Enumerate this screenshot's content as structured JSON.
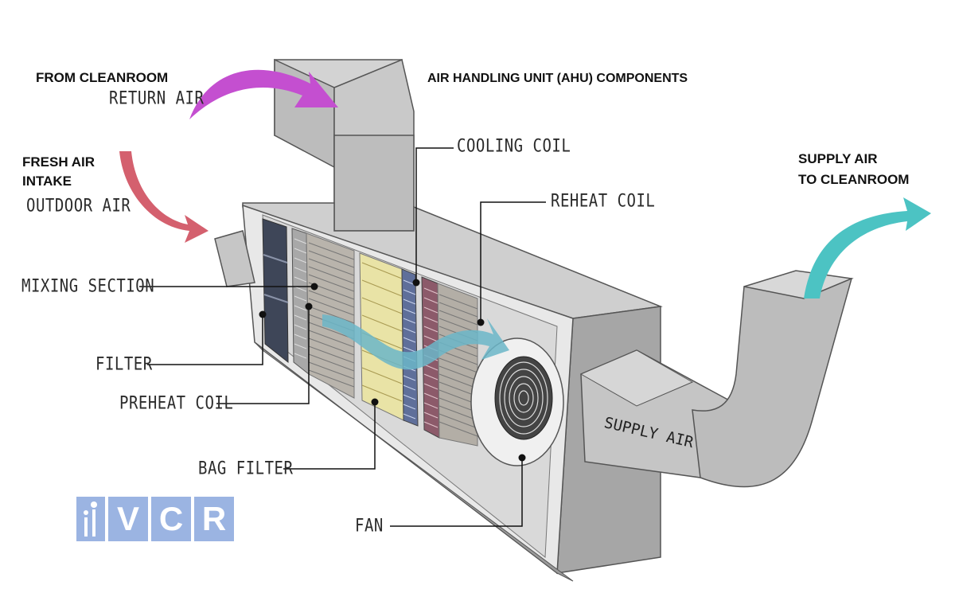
{
  "title": "AIR HANDLING UNIT (AHU) COMPONENTS",
  "inputs": {
    "return_air": {
      "heading": "FROM CLEANROOM",
      "label": "RETURN AIR",
      "color": "#c44fd0"
    },
    "fresh_air": {
      "heading_line1": "FRESH AIR",
      "heading_line2": "INTAKE",
      "label": "OUTDOOR AIR",
      "color": "#d4606e"
    },
    "supply_air": {
      "heading_line1": "SUPPLY AIR",
      "heading_line2": "TO CLEANROOM",
      "color": "#4cc3c3"
    }
  },
  "components": {
    "mixing_section": "MIXING SECTION",
    "filter": "FILTER",
    "preheat_coil": "PREHEAT COIL",
    "bag_filter": "BAG FILTER",
    "fan": "FAN",
    "cooling_coil": "COOLING COIL",
    "reheat_coil": "REHEAT COIL"
  },
  "duct_label": "SUPPLY AIR",
  "logo": {
    "letters": [
      "V",
      "C",
      "R"
    ],
    "color": "#9bb4e2"
  },
  "colors": {
    "housing": "#b8b8b8",
    "housing_dark": "#8f8f8f",
    "housing_light": "#d4d4d4",
    "bag_filter": "#e9e3a6"
  }
}
